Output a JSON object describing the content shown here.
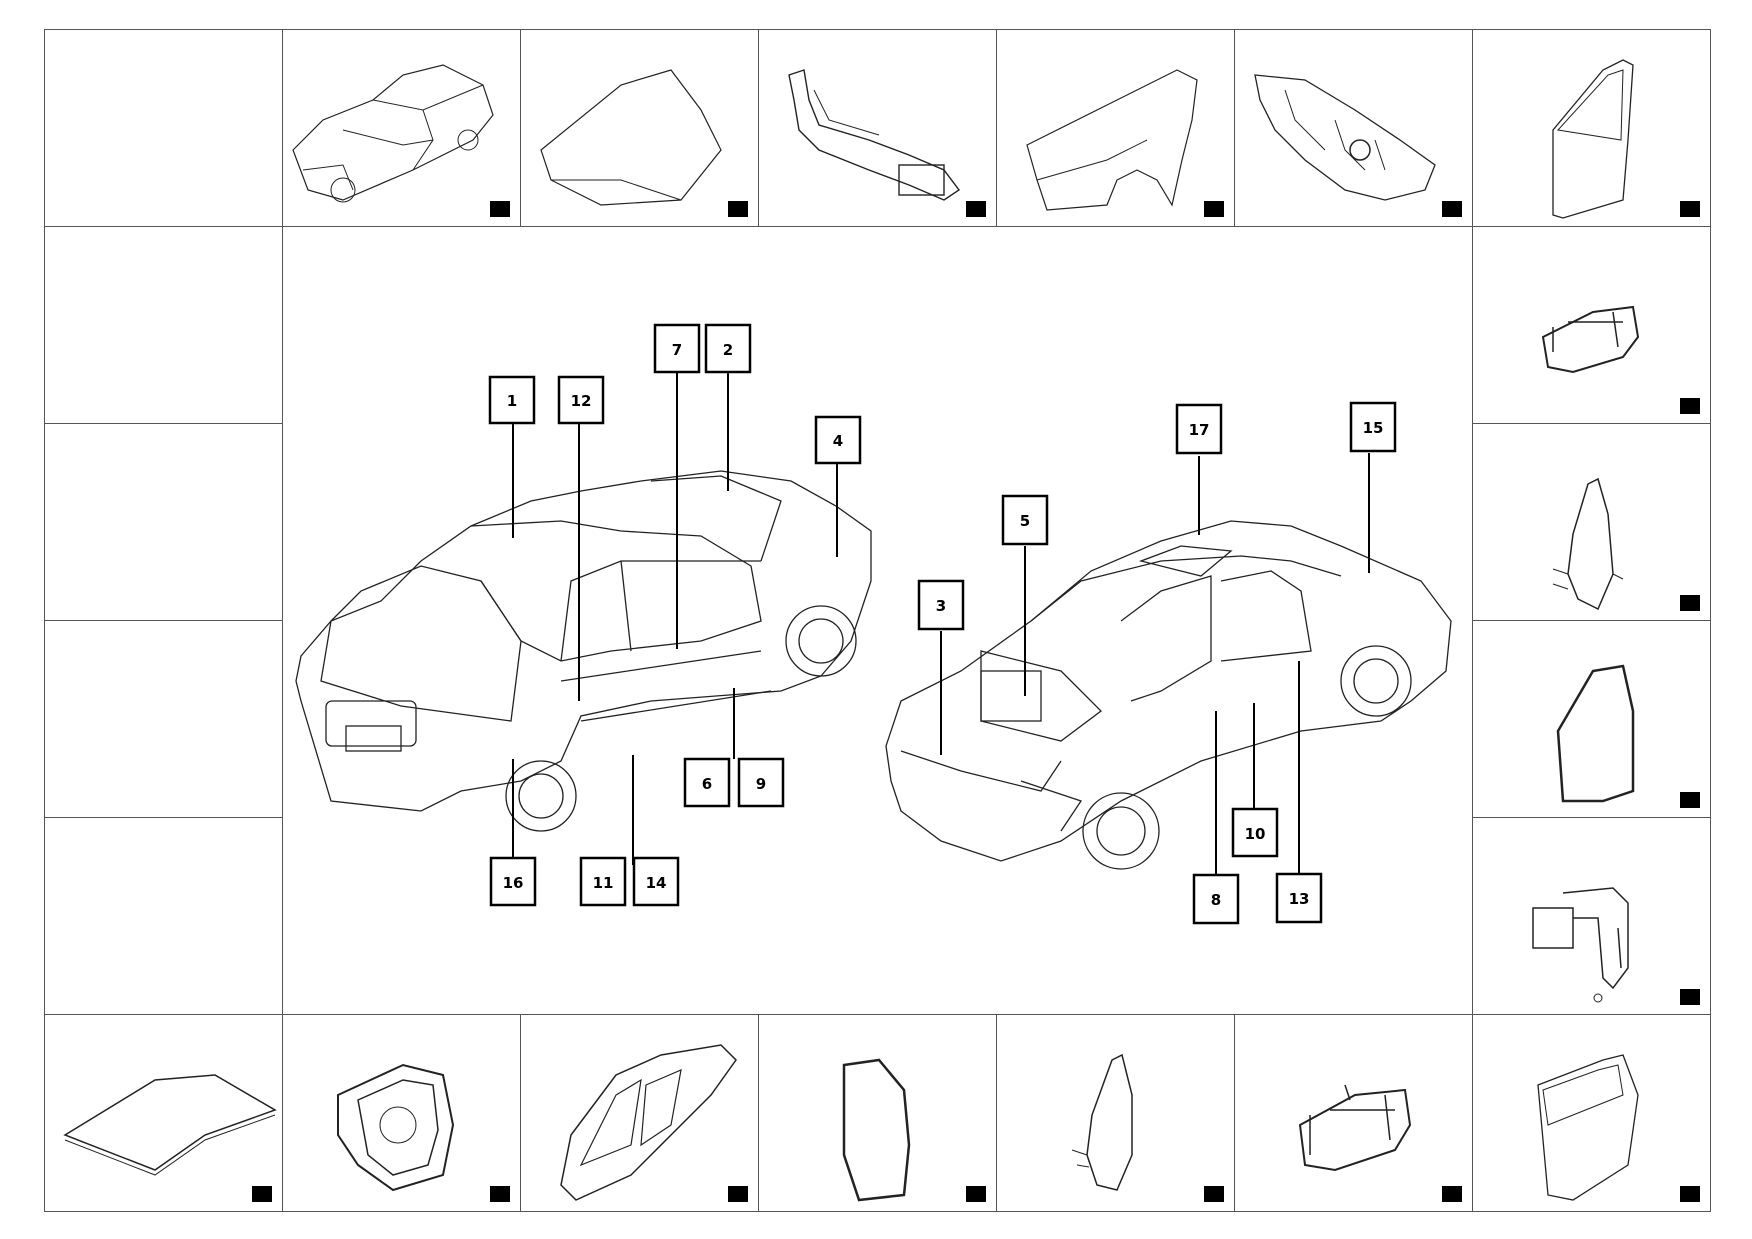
{
  "sheet": {
    "cell_labels": [
      "",
      "",
      "",
      "",
      ""
    ]
  },
  "callouts": [
    "1",
    "2",
    "3",
    "4",
    "5",
    "6",
    "7",
    "8",
    "9",
    "10",
    "11",
    "12",
    "13",
    "14",
    "15",
    "16",
    "17"
  ],
  "icons": {
    "top_row": [
      "car-body-icon",
      "hood-icon",
      "radiator-support-icon",
      "front-fender-icon",
      "dash-panel-icon",
      "front-door-icon"
    ],
    "right_column": [
      "door-handle-icon",
      "mirror-icon",
      "door-seal-icon",
      "door-lock-icon"
    ],
    "bottom_row": [
      "roof-panel-icon",
      "fuel-door-icon",
      "body-side-panel-icon",
      "rear-door-seal-icon",
      "rear-mirror-icon",
      "rear-door-handle-icon",
      "rear-door-icon"
    ]
  },
  "colors": {
    "line": "#222222",
    "frame": "#555555",
    "marker": "#000000"
  }
}
